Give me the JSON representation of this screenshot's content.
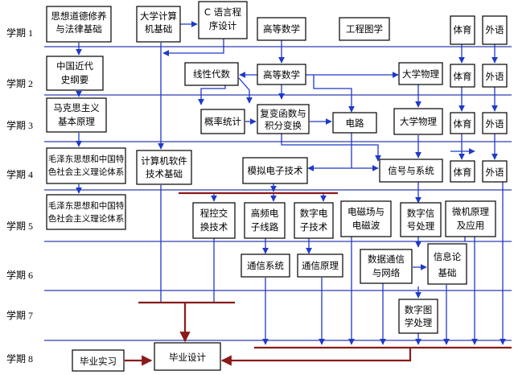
{
  "semesters": [
    "学期 1",
    "学期 2",
    "学期 3",
    "学期 4",
    "学期 5",
    "学期 6",
    "学期 7",
    "学期 8"
  ],
  "courses": {
    "sixiang": [
      "思想道德修养",
      "与法律基础"
    ],
    "daxue_jisuanji": [
      "大学计算",
      "机基础"
    ],
    "c_yuyan": [
      "C 语言程",
      "序设计"
    ],
    "gaodeng1": [
      "高等数学"
    ],
    "gongcheng_tuxue": [
      "工程图学"
    ],
    "tiyu1": [
      "体育"
    ],
    "waiyu1": [
      "外语"
    ],
    "jindaishi": [
      "中国近代",
      "史纲要"
    ],
    "xianxing": [
      "线性代数"
    ],
    "gaodeng2": [
      "高等数学"
    ],
    "wuli1": [
      "大学物理"
    ],
    "tiyu2": [
      "体育"
    ],
    "waiyu2": [
      "外语"
    ],
    "makesi": [
      "马克思主义",
      "基本原理"
    ],
    "gailv": [
      "概率统计"
    ],
    "fubian": [
      "复变函数与",
      "积分变换"
    ],
    "dianlu": [
      "电路"
    ],
    "wuli2": [
      "大学物理"
    ],
    "tiyu3": [
      "体育"
    ],
    "waiyu3": [
      "外语"
    ],
    "maogai1": [
      "毛泽东思想和中国特",
      "色社会主义理论体系"
    ],
    "jisuanji_ruanjian": [
      "计算机软件",
      "技术基础"
    ],
    "moni": [
      "模拟电子技术"
    ],
    "xinhao": [
      "信号与系统"
    ],
    "tiyu4": [
      "体育"
    ],
    "waiyu4": [
      "外语"
    ],
    "maogai2": [
      "毛泽东思想和中国特",
      "色社会主义理论体系"
    ],
    "chengkong": [
      "程控交",
      "换技术"
    ],
    "gaopin": [
      "高频电",
      "子线路"
    ],
    "shuzi_dianzi": [
      "数字电",
      "子技术"
    ],
    "diancichang": [
      "电磁场与",
      "电磁波"
    ],
    "shuzi_xinhao": [
      "数字信",
      "号处理"
    ],
    "weiji": [
      "微机原理",
      "及应用"
    ],
    "tongxin_xitong": [
      "通信系统"
    ],
    "tongxin_yuanli": [
      "通信原理"
    ],
    "shuju_tongxin": [
      "数据通信",
      "与网络"
    ],
    "xinxilun": [
      "信息论",
      "基础"
    ],
    "shuzi_tuxiang": [
      "数字图",
      "学处理"
    ],
    "biye_shixi": [
      "毕业实习"
    ],
    "biye_sheji": [
      "毕业设计"
    ]
  },
  "colors": {
    "box_border": "#000000",
    "flow_line": "#1f39c8",
    "final_line": "#8b1a1a",
    "separator": "#2f3fb0"
  }
}
